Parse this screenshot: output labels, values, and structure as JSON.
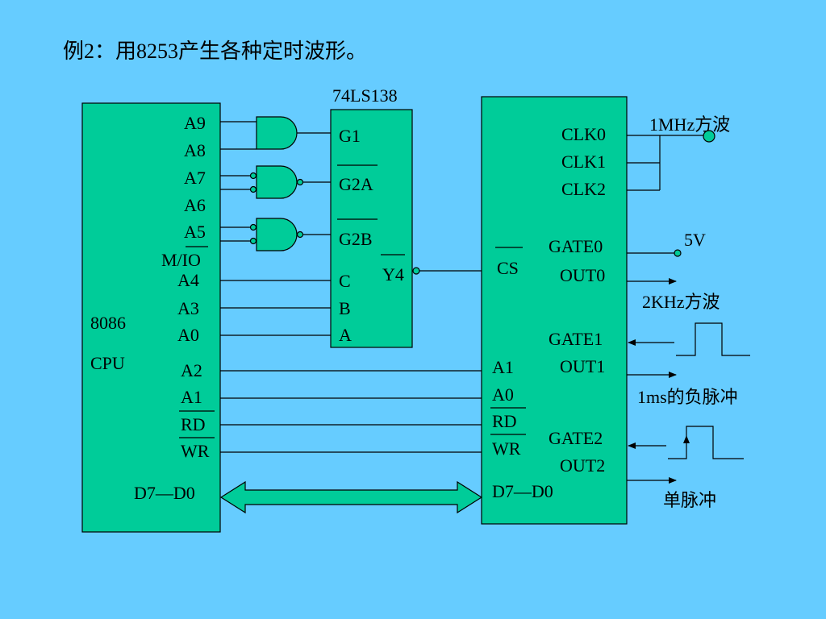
{
  "title": "例2：用8253产生各种定时波形。",
  "cpu": {
    "name": "8086",
    "sub": "CPU",
    "pins": [
      "A9",
      "A8",
      "A7",
      "A6",
      "A5",
      "M/IO",
      "A4",
      "A3",
      "A0",
      "A2",
      "A1",
      "RD",
      "WR",
      "D7—D0"
    ]
  },
  "decoder": {
    "name": "74LS138",
    "pins": [
      "G1",
      "G2A",
      "G2B",
      "C",
      "B",
      "A"
    ],
    "output": "Y4"
  },
  "timer": {
    "left_pins": [
      "CS",
      "A1",
      "A0",
      "RD",
      "WR",
      "D7—D0"
    ],
    "right_pins": [
      "CLK0",
      "CLK1",
      "CLK2",
      "GATE0",
      "OUT0",
      "GATE1",
      "OUT1",
      "GATE2",
      "OUT2"
    ]
  },
  "signals": {
    "clk_in": "1MHz方波",
    "gate0_in": "5V",
    "out0": "2KHz方波",
    "out1": "1ms的负脉冲",
    "out2": "单脉冲"
  },
  "colors": {
    "background": "#66ccff",
    "chip_fill": "#00cc99"
  }
}
